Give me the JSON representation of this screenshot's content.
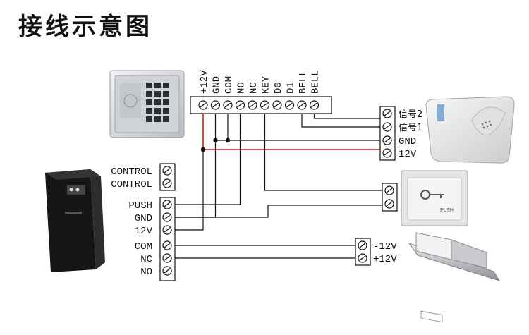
{
  "title": "接线示意图",
  "top_terminals": [
    "+12V",
    "GND",
    "COM",
    "NO",
    "NC",
    "KEY",
    "D0",
    "D1",
    "BELL",
    "BELL"
  ],
  "power_terminals": [
    "CONTROL",
    "CONTROL",
    "PUSH",
    "GND",
    "12V",
    "COM",
    "NC",
    "NO"
  ],
  "doorbell_terminals": [
    "信号2",
    "信号1",
    "GND",
    "12V"
  ],
  "lock_terminals": [
    "-12V",
    "+12V"
  ],
  "exit_button_label": "PUSH",
  "colors": {
    "red_wire": "#d21a1a",
    "wire": "#111111"
  },
  "icons": [
    "keypad-reader-icon",
    "power-supply-icon",
    "doorbell-icon",
    "exit-button-icon",
    "electric-bolt-lock-icon"
  ]
}
